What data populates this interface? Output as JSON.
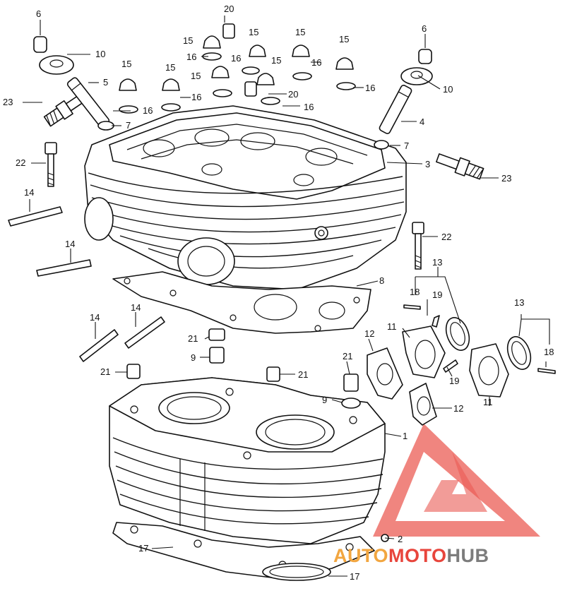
{
  "diagram": {
    "callouts": {
      "c1": "1",
      "c2": "2",
      "c3": "3",
      "c4": "4",
      "c5": "5",
      "c6a": "6",
      "c6b": "6",
      "c7a": "7",
      "c7b": "7",
      "c8": "8",
      "c9a": "9",
      "c9b": "9",
      "c10a": "10",
      "c10b": "10",
      "c11a": "11",
      "c11b": "11",
      "c12a": "12",
      "c12b": "12",
      "c13a": "13",
      "c13b": "13",
      "c14a": "14",
      "c14b": "14",
      "c14c": "14",
      "c14d": "14",
      "c15a": "15",
      "c15b": "15",
      "c15c": "15",
      "c15d": "15",
      "c15e": "15",
      "c15f": "15",
      "c15g": "15",
      "c15h": "15",
      "c16a": "16",
      "c16b": "16",
      "c16c": "16",
      "c16d": "16",
      "c16e": "16",
      "c16f": "16",
      "c16g": "16",
      "c17a": "17",
      "c17b": "17",
      "c18a": "18",
      "c18b": "18",
      "c19a": "19",
      "c19b": "19",
      "c20a": "20",
      "c20b": "20",
      "c21a": "21",
      "c21b": "21",
      "c21c": "21",
      "c21d": "21",
      "c22a": "22",
      "c22b": "22",
      "c23a": "23",
      "c23b": "23"
    }
  },
  "watermark": {
    "brand_part1": "AUTO",
    "brand_part2": "MOTO",
    "brand_part3": "HUB",
    "color_orange": "#f2a640",
    "color_red": "#e8453c",
    "color_gray": "#7c7c7c"
  }
}
